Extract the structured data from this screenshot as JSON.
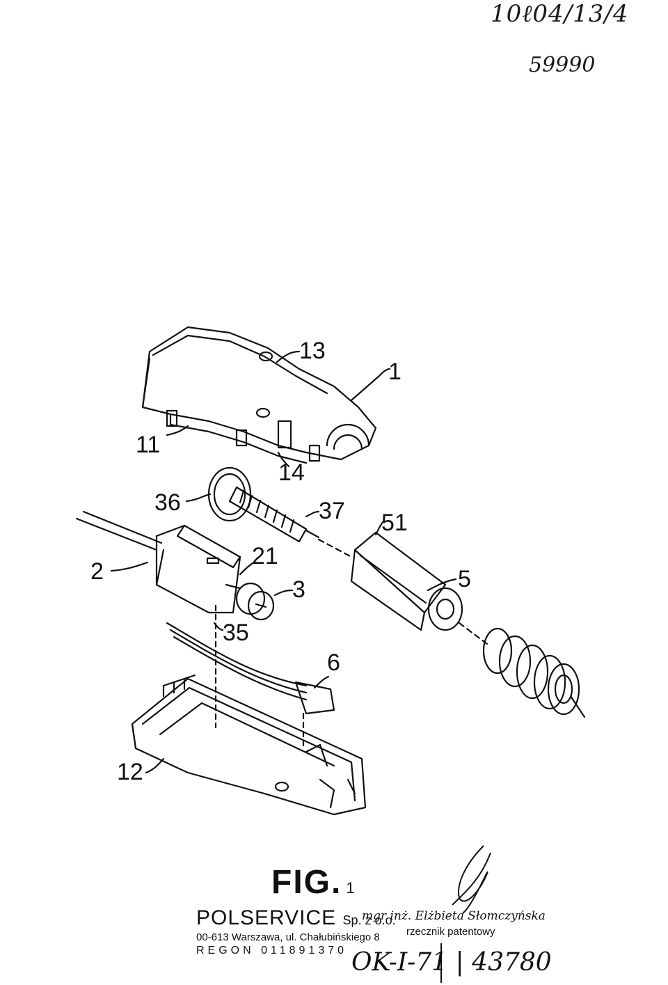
{
  "handwriting": {
    "top_line_1": "10ℓ04/13/4",
    "top_line_2": "59990",
    "bottom": "OK-I-71 | 43780"
  },
  "labels": {
    "l1": "1",
    "l13": "13",
    "l11": "11",
    "l14": "14",
    "l36": "36",
    "l37": "37",
    "l51": "51",
    "l2": "2",
    "l21": "21",
    "l3": "3",
    "l5": "5",
    "l35": "35",
    "l6": "6",
    "l12": "12"
  },
  "caption": {
    "text": "FIG.",
    "number": "1"
  },
  "stamp_left": {
    "company": "POLSERVICE",
    "company_suffix": "Sp. z o.o.",
    "address": "00-613 Warszawa, ul. Chałubińskiego 8",
    "regon": "REGON 011891370"
  },
  "stamp_right": {
    "name": "mgr inż. Elżbieta Słomczyńska",
    "role": "rzecznik patentowy"
  }
}
